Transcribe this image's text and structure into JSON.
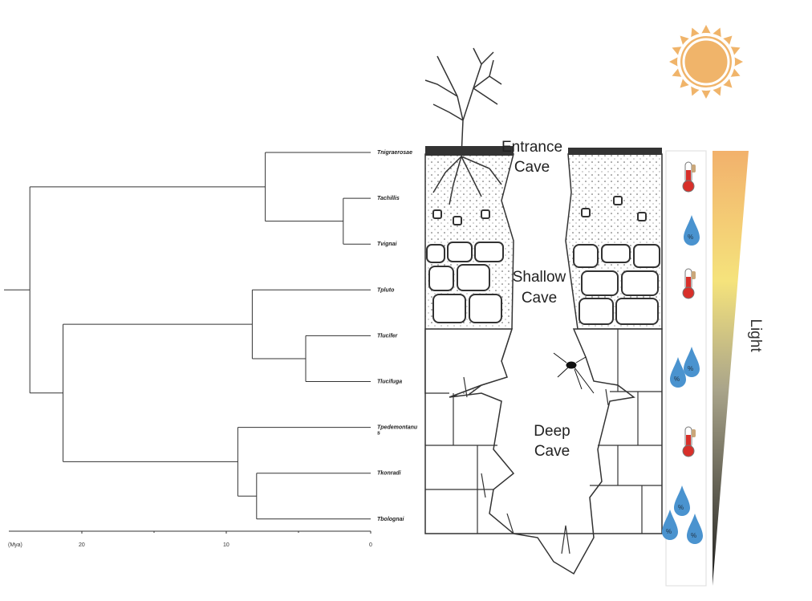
{
  "tree": {
    "leaves": [
      "Tnigraerosae",
      "Tachillis",
      "Tvignai",
      "Tpluto",
      "Tlucifer",
      "Tlucifuga",
      "Tpedemontanus",
      "Tkonradi",
      "Tbolognai"
    ],
    "leaf_label_lines": [
      [
        "Tnigraerosae"
      ],
      [
        "Tachillis"
      ],
      [
        "Tvignai"
      ],
      [
        "Tpluto"
      ],
      [
        "Tlucifer"
      ],
      [
        "Tlucifuga"
      ],
      [
        "Tpedemontanu",
        "s"
      ],
      [
        "Tkonradi"
      ],
      [
        "Tbolognai"
      ]
    ],
    "nodes_mya": [
      {
        "children": [
          0,
          1,
          2
        ],
        "age": 7.3
      },
      {
        "children": [
          1,
          2
        ],
        "age": 1.9
      },
      {
        "children": [
          3,
          4,
          5
        ],
        "age": 8.2
      },
      {
        "children": [
          4,
          5
        ],
        "age": 4.5
      },
      {
        "children": [
          6,
          7,
          8
        ],
        "age": 9.2
      },
      {
        "children": [
          7,
          8
        ],
        "age": 7.9
      },
      {
        "children": [
          3,
          8
        ],
        "age": 21.3
      },
      {
        "children": [
          0,
          8
        ],
        "age": 23.6
      }
    ],
    "axis": {
      "unit_label": "(Mya)",
      "ticks": [
        "20",
        "10",
        "0"
      ],
      "range": [
        25,
        0
      ]
    }
  },
  "zones": {
    "entrance": [
      "Entrance",
      "Cave"
    ],
    "shallow": [
      "Shallow",
      "Cave"
    ],
    "deep": [
      "Deep",
      "Cave"
    ]
  },
  "light_label": "Light",
  "colors": {
    "sun": "#f0b46a",
    "thermo": "#d8302a",
    "drop": "#4a93cf",
    "light_top": "#f2b16c",
    "light_mid": "#f5e37c",
    "light_bottom": "#222222"
  }
}
